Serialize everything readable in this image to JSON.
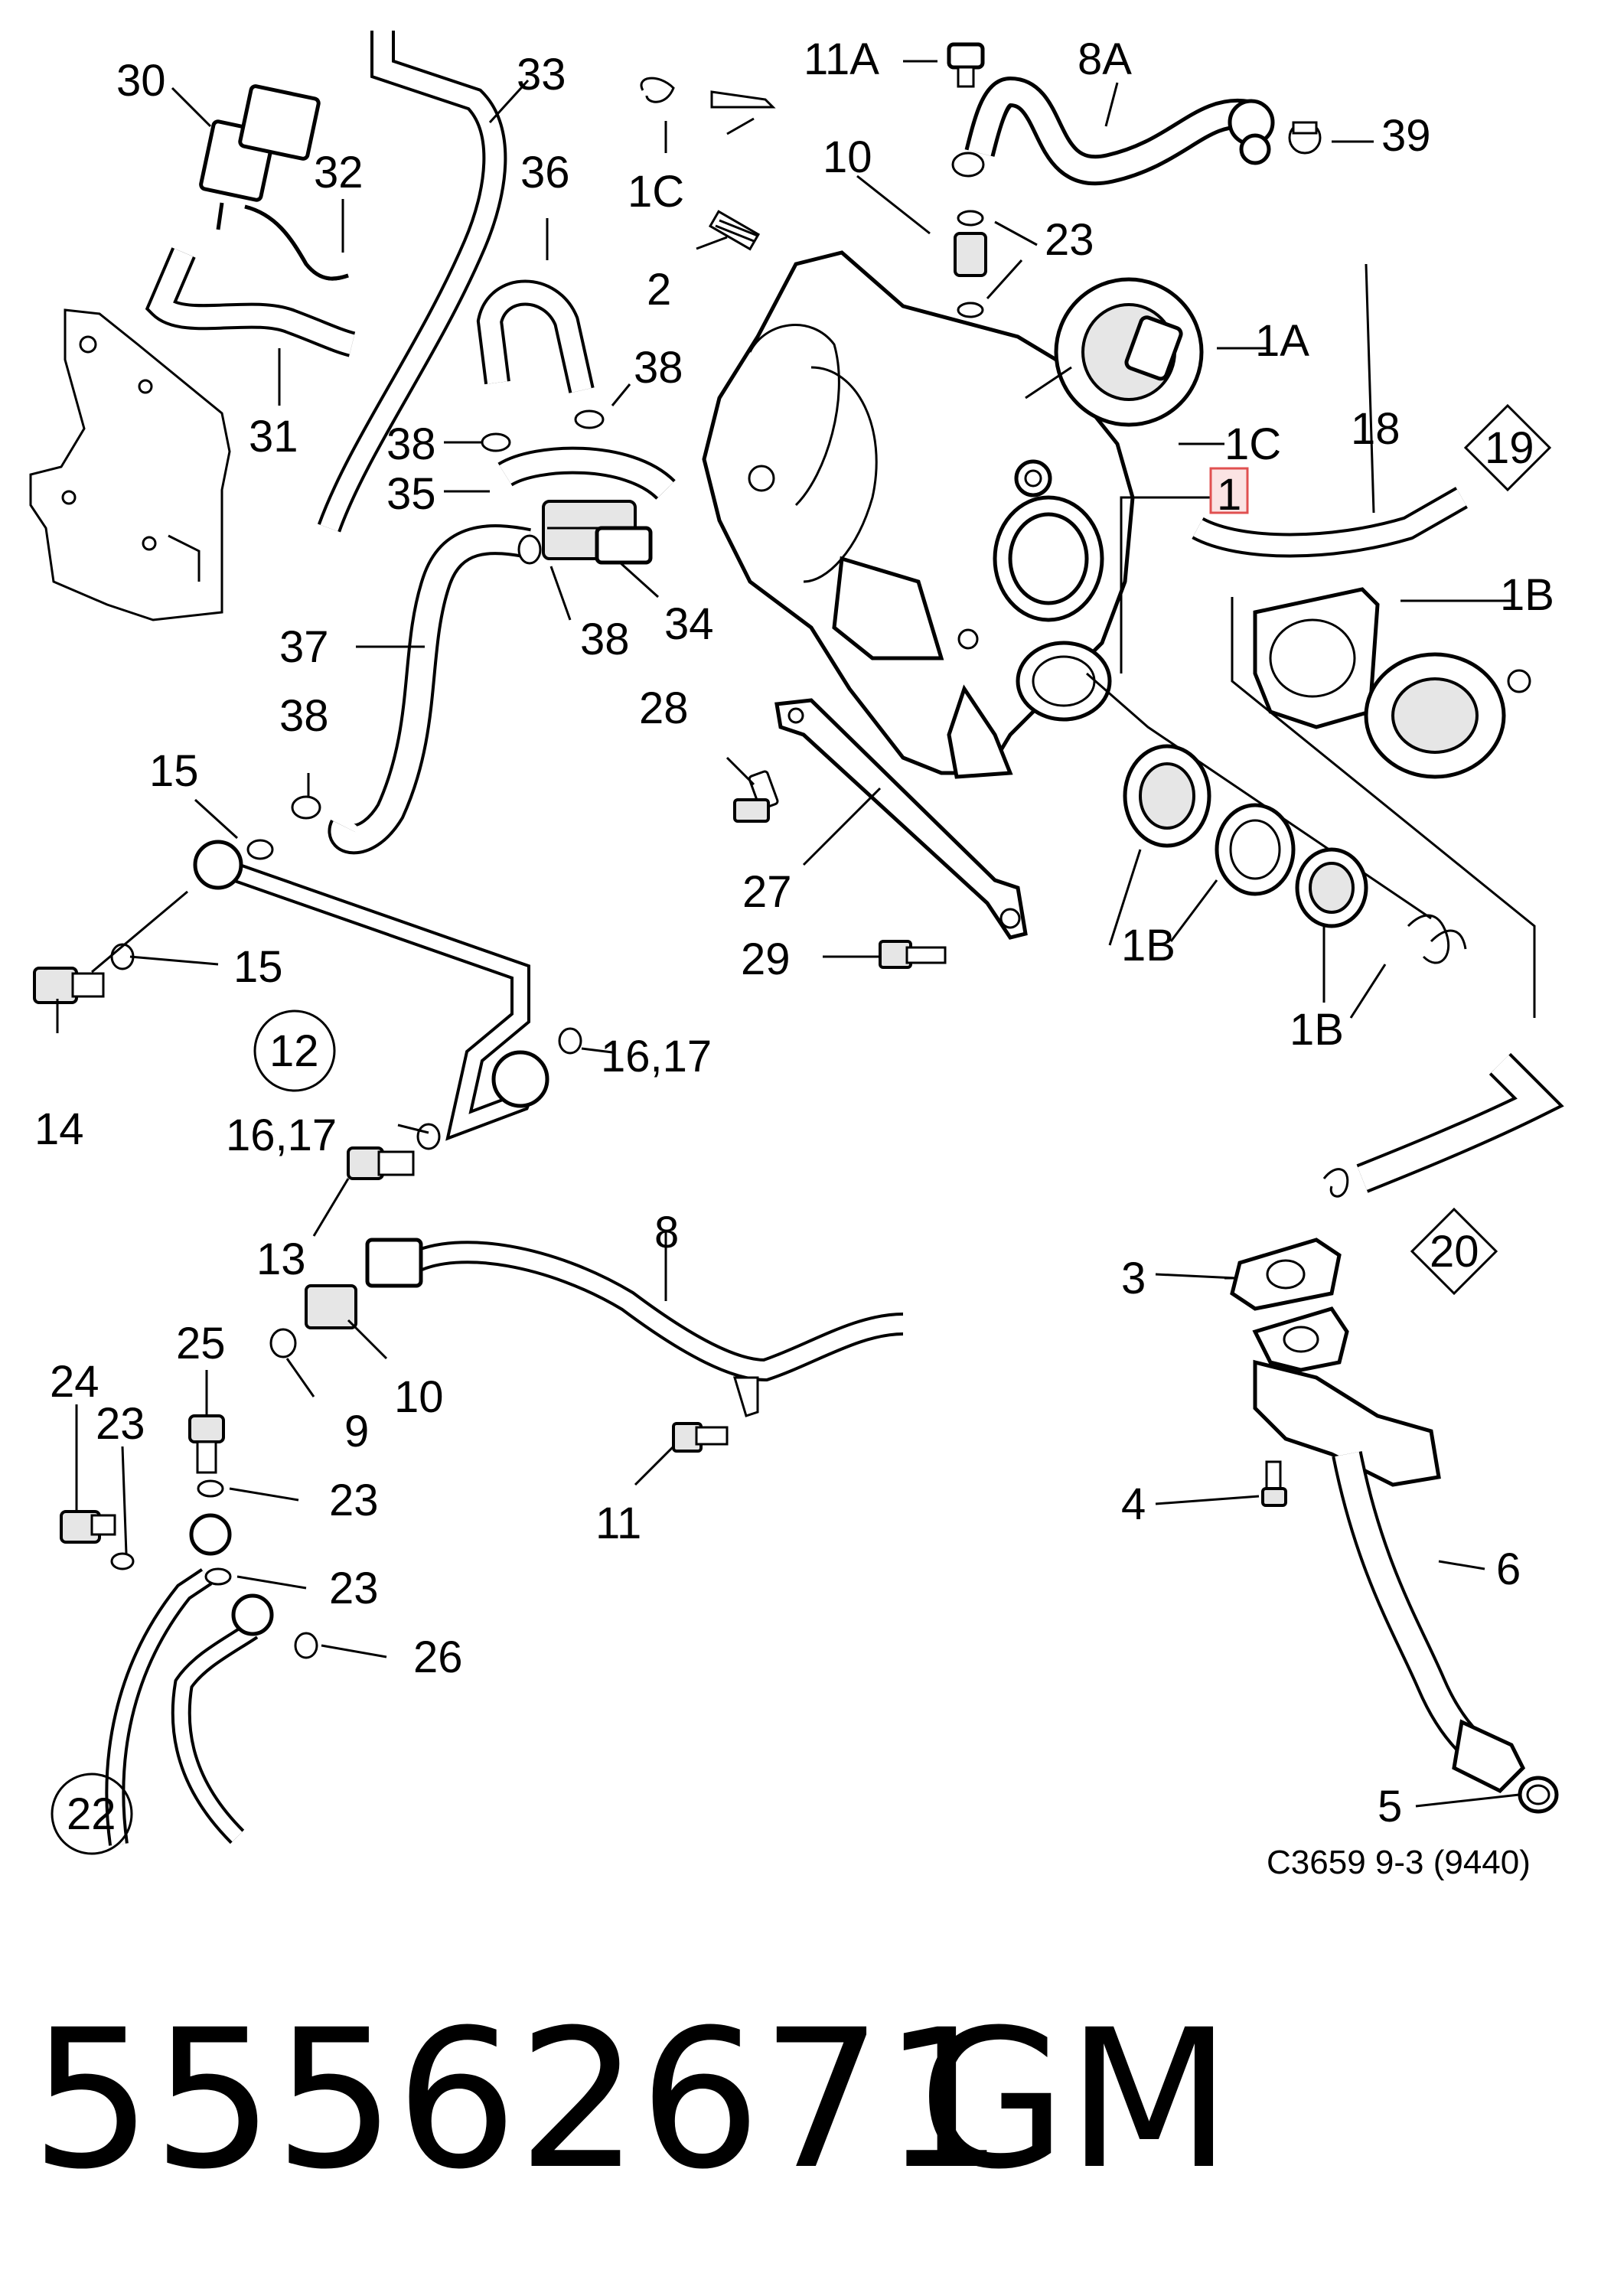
{
  "diagram": {
    "callouts": {
      "c30": "30",
      "c33": "33",
      "c32": "32",
      "c36": "36",
      "c31": "31",
      "c38a": "38",
      "c38b": "38",
      "c38c": "38",
      "c38d": "38",
      "c35": "35",
      "c34": "34",
      "c37": "37",
      "c11A": "11A",
      "c8A": "8A",
      "c39": "39",
      "c10a": "10",
      "c1Ca": "1C",
      "c1Cb": "1C",
      "c23a": "23",
      "c2": "2",
      "c1A": "1A",
      "c1": "1",
      "c18": "18",
      "c19": "19",
      "c1Ba": "1B",
      "c1Bb": "1B",
      "c1Bc": "1B",
      "c28": "28",
      "c27": "27",
      "c29": "29",
      "c15a": "15",
      "c15b": "15",
      "c12": "12",
      "c14": "14",
      "c1617a": "16,17",
      "c1617b": "16,17",
      "c13": "13",
      "c8": "8",
      "c9": "9",
      "c10b": "10",
      "c11": "11",
      "c25": "25",
      "c24": "24",
      "c23b": "23",
      "c23c": "23",
      "c23d": "23",
      "c26": "26",
      "c22": "22",
      "c20": "20",
      "c3": "3",
      "c4": "4",
      "c6": "6",
      "c5": "5"
    },
    "reference_code": "C3659 9-3 (9440)"
  },
  "part_number": "55562671",
  "brand": "GM",
  "colors": {
    "highlight_border": "#e05050",
    "highlight_fill": "#fbe3e3"
  }
}
